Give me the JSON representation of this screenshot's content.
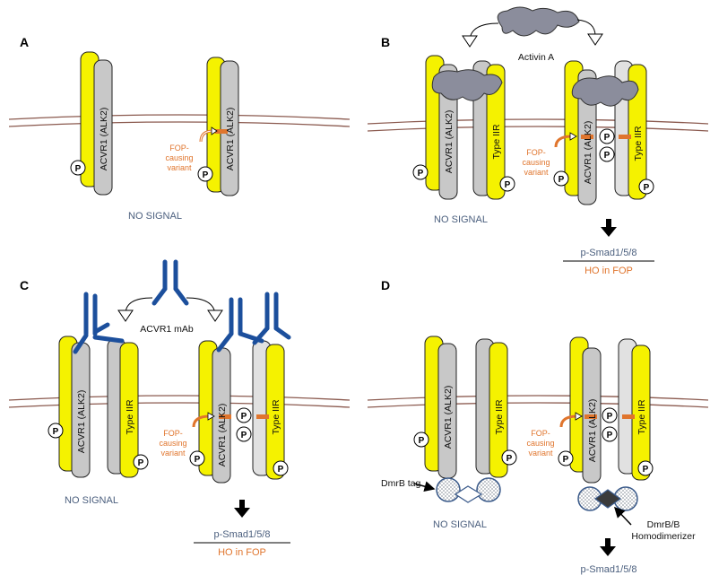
{
  "labels": {
    "panel_a": "A",
    "panel_b": "B",
    "panel_c": "C",
    "panel_d": "D",
    "acvr1": "ACVR1 (ALK2)",
    "type2r": "Type IIR",
    "phospho": "P",
    "fop_line1": "FOP-",
    "fop_line2": "causing",
    "fop_line3": "variant",
    "no_signal": "NO SIGNAL",
    "smad": "p-Smad1/5/8",
    "ho": "HO in FOP",
    "activin": "Activin A",
    "mab": "ACVR1 mAb",
    "dmrb_tag": "DmrB tag",
    "homodimerizer_1": "DmrB/B",
    "homodimerizer_2": "Homodimerizer"
  },
  "colors": {
    "yellow": "#f5f200",
    "gray": "#c8c8c8",
    "light_gray": "#e1e1e1",
    "membrane": "#8b5a4f",
    "orange": "#e0752d",
    "navy": "#4b5f7e",
    "antibody": "#1c4f9c",
    "ligand": "#8b8d9c"
  }
}
